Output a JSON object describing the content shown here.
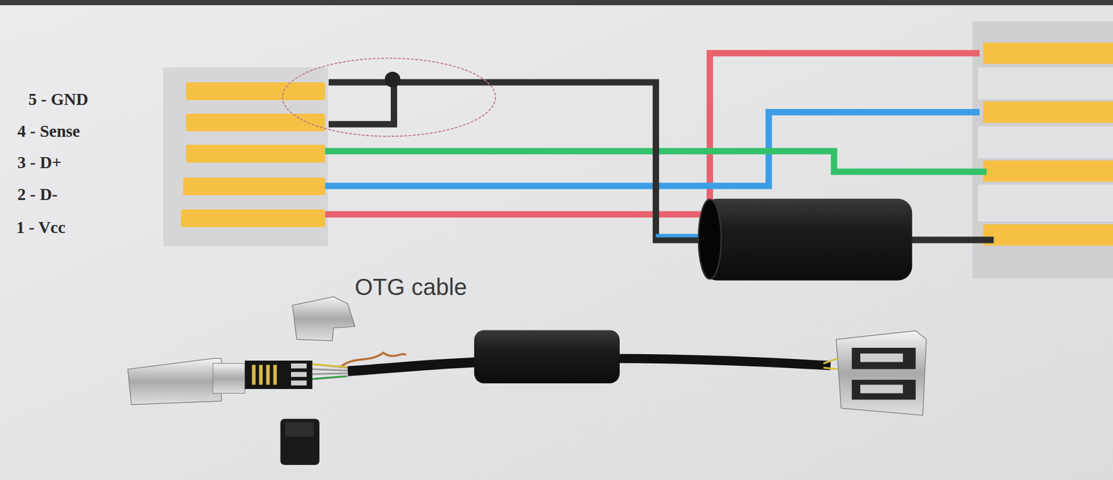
{
  "diagram": {
    "labels": [
      "5 - GND",
      "4 - Sense",
      "3 - D+",
      "2 - D-",
      "1 - Vcc",
      "OTG cable"
    ]
  }
}
